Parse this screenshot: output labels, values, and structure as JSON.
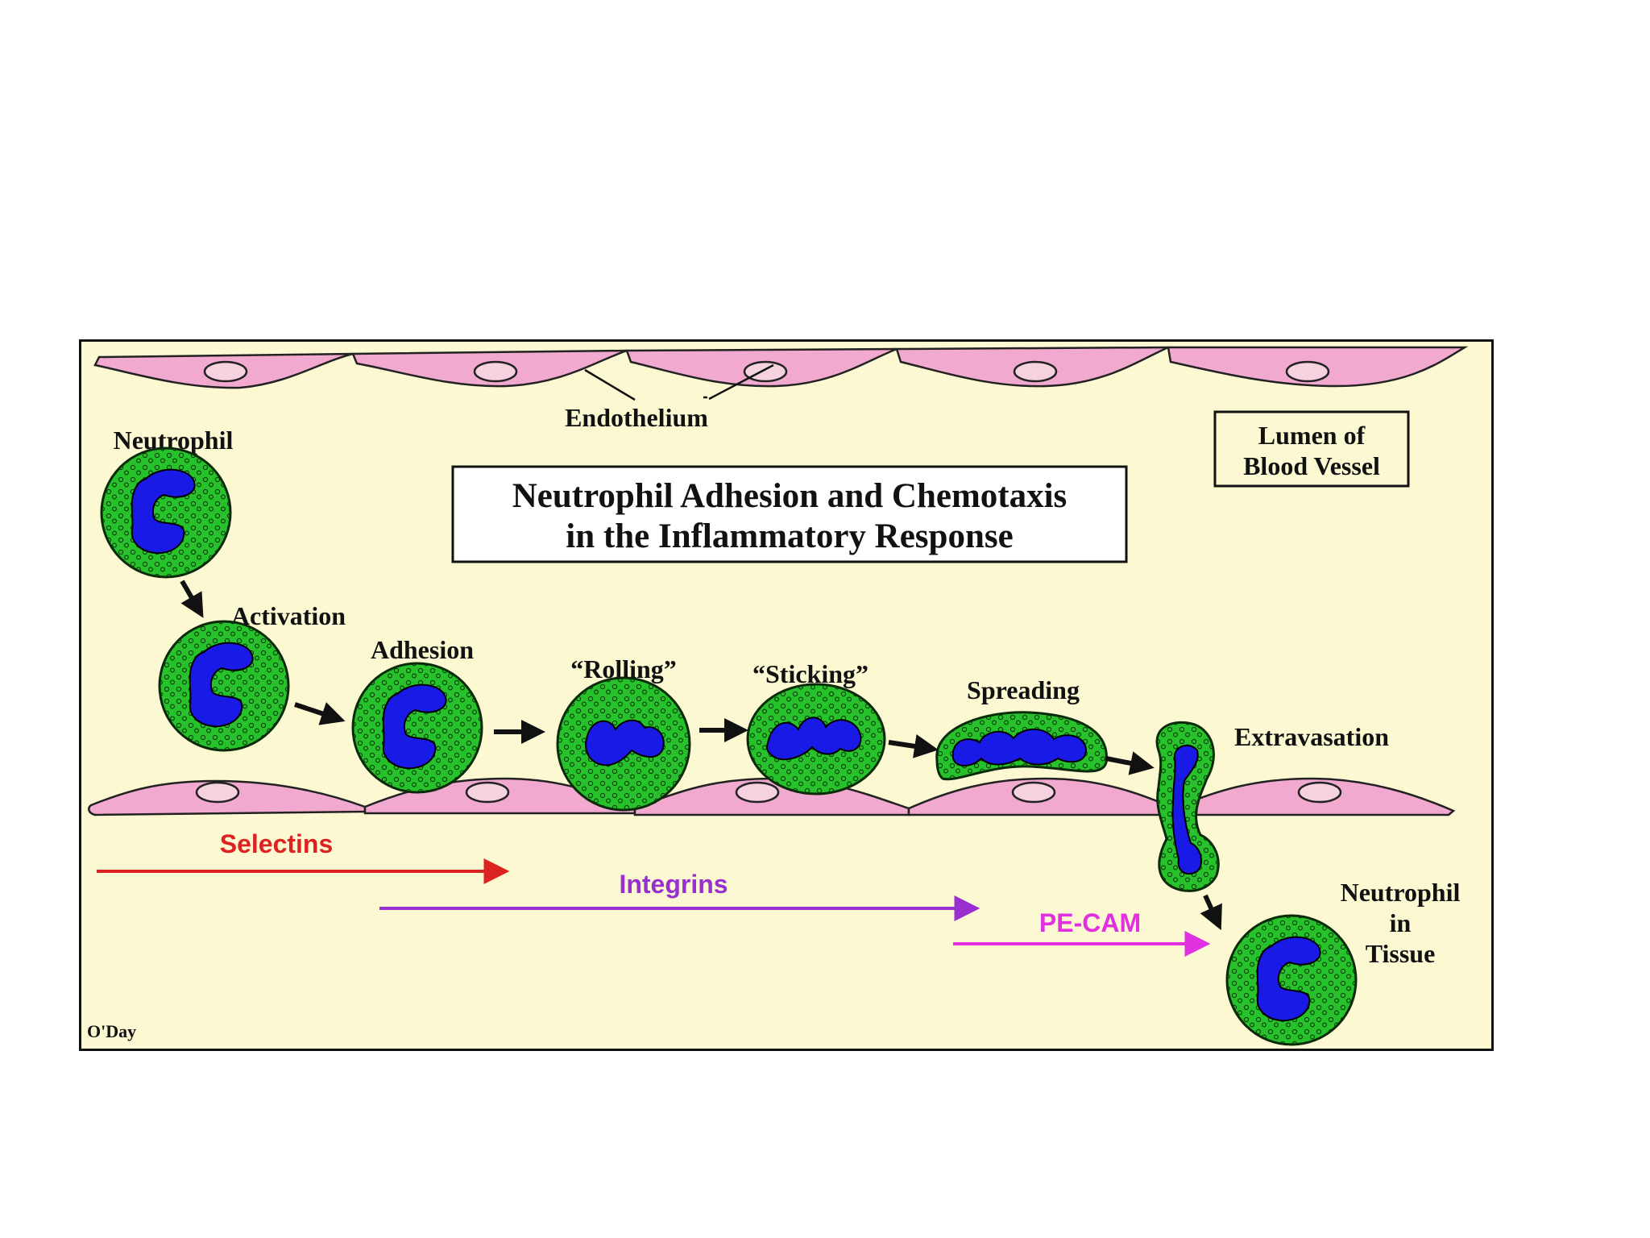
{
  "title": {
    "line1": "Neutrophil Adhesion and Chemotaxis",
    "line2": "in the Inflammatory Response"
  },
  "lumen_box": {
    "line1": "Lumen of",
    "line2": "Blood Vessel"
  },
  "endothelium_label": "Endothelium",
  "stages": {
    "neutrophil": "Neutrophil",
    "activation": "Activation",
    "adhesion": "Adhesion",
    "rolling": "“Rolling”",
    "sticking": "“Sticking”",
    "spreading": "Spreading",
    "extravasation": "Extravasation",
    "tissue_line1": "Neutrophil",
    "tissue_line2": "in",
    "tissue_line3": "Tissue"
  },
  "molecules": {
    "selectins": "Selectins",
    "integrins": "Integrins",
    "pecam": "PE-CAM"
  },
  "credit": "O'Day",
  "colors": {
    "background": "#fcf9d2",
    "endothelium": "#f2a9d0",
    "cell": "#27c22b",
    "nucleus": "#1a1ae6",
    "selectins": "#dd2222",
    "integrins": "#9a2fd0",
    "pecam": "#e030e0"
  }
}
